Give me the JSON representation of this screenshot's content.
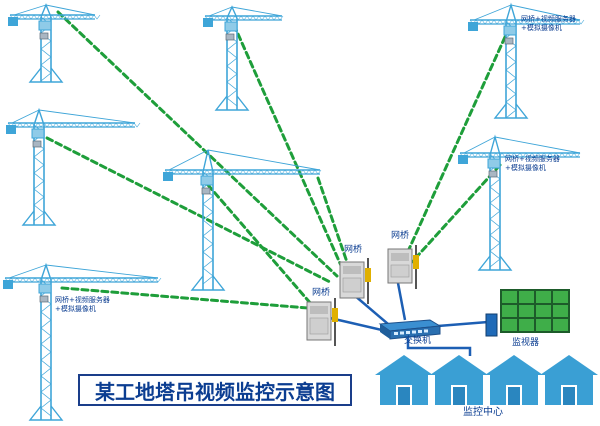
{
  "title": "某工地塔吊视频监控示意图",
  "crane_note": [
    "网桥+视频服务器",
    "+模拟摄像机"
  ],
  "bridge_label": "网桥",
  "switch_label": "交换机",
  "monitor_label": "监视器",
  "center_label": "监控中心",
  "colors": {
    "crane": "#3ea5d8",
    "link": "#1e9e3a",
    "cable": "#1d5fb4",
    "house": "#3a9fd4",
    "monitor": "#3fae49",
    "text": "#0b3d91"
  }
}
